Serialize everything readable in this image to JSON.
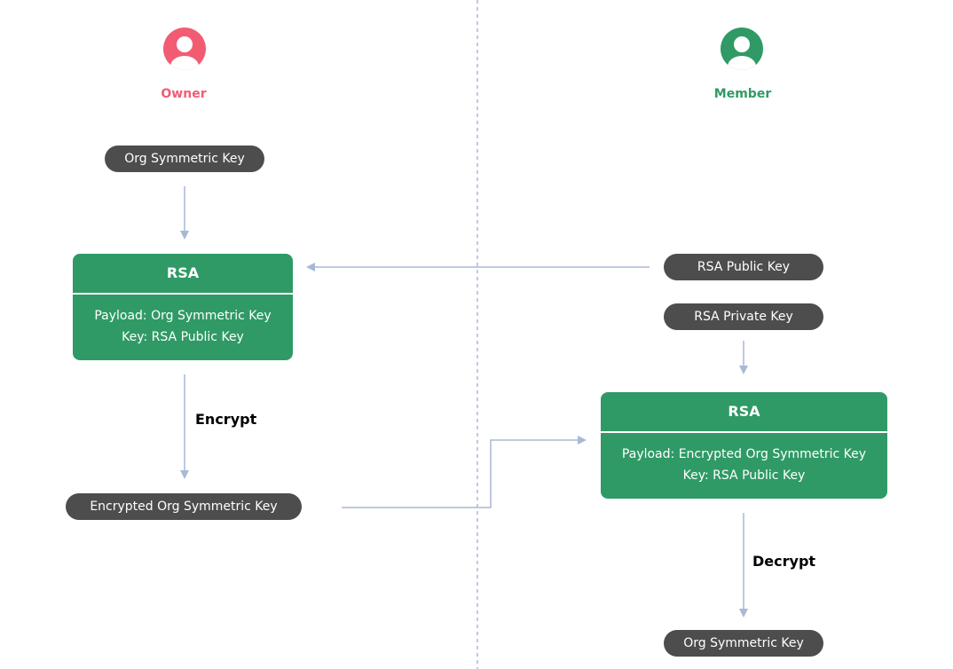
{
  "colors": {
    "owner": "#f25c73",
    "member": "#2f9a66",
    "pill": "#4d4d4d",
    "box": "#2f9a66",
    "arrow": "#a8b9d6",
    "divider": "#a8b9d6"
  },
  "icons": {
    "owner_avatar": "user-icon",
    "member_avatar": "user-icon"
  },
  "owner": {
    "label": "Owner",
    "org_key": "Org Symmetric Key",
    "rsa": {
      "title": "RSA",
      "payload": "Payload: Org Symmetric Key",
      "key": "Key: RSA Public Key"
    },
    "step": "Encrypt",
    "output": "Encrypted Org Symmetric Key"
  },
  "member": {
    "label": "Member",
    "public_key": "RSA Public Key",
    "private_key": "RSA Private Key",
    "rsa": {
      "title": "RSA",
      "payload": "Payload: Encrypted Org Symmetric Key",
      "key": "Key: RSA Public Key"
    },
    "step": "Decrypt",
    "output": "Org Symmetric Key"
  }
}
